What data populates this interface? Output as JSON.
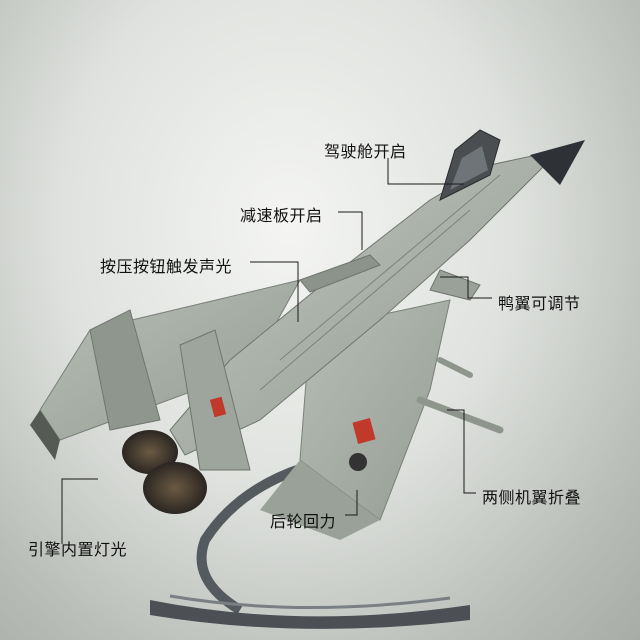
{
  "labels": {
    "cockpit": "驾驶舱开启",
    "airbrake": "减速板开启",
    "button_sound": "按压按钮触发声光",
    "canard": "鸭翼可调节",
    "wing_fold": "两侧机翼折叠",
    "rear_wheel": "后轮回力",
    "engine_light": "引擎内置灯光"
  },
  "colors": {
    "background": "#d9dcd8",
    "airframe": "#a9b0a8",
    "radome": "#2e3236",
    "insignia": "#c0392b"
  }
}
